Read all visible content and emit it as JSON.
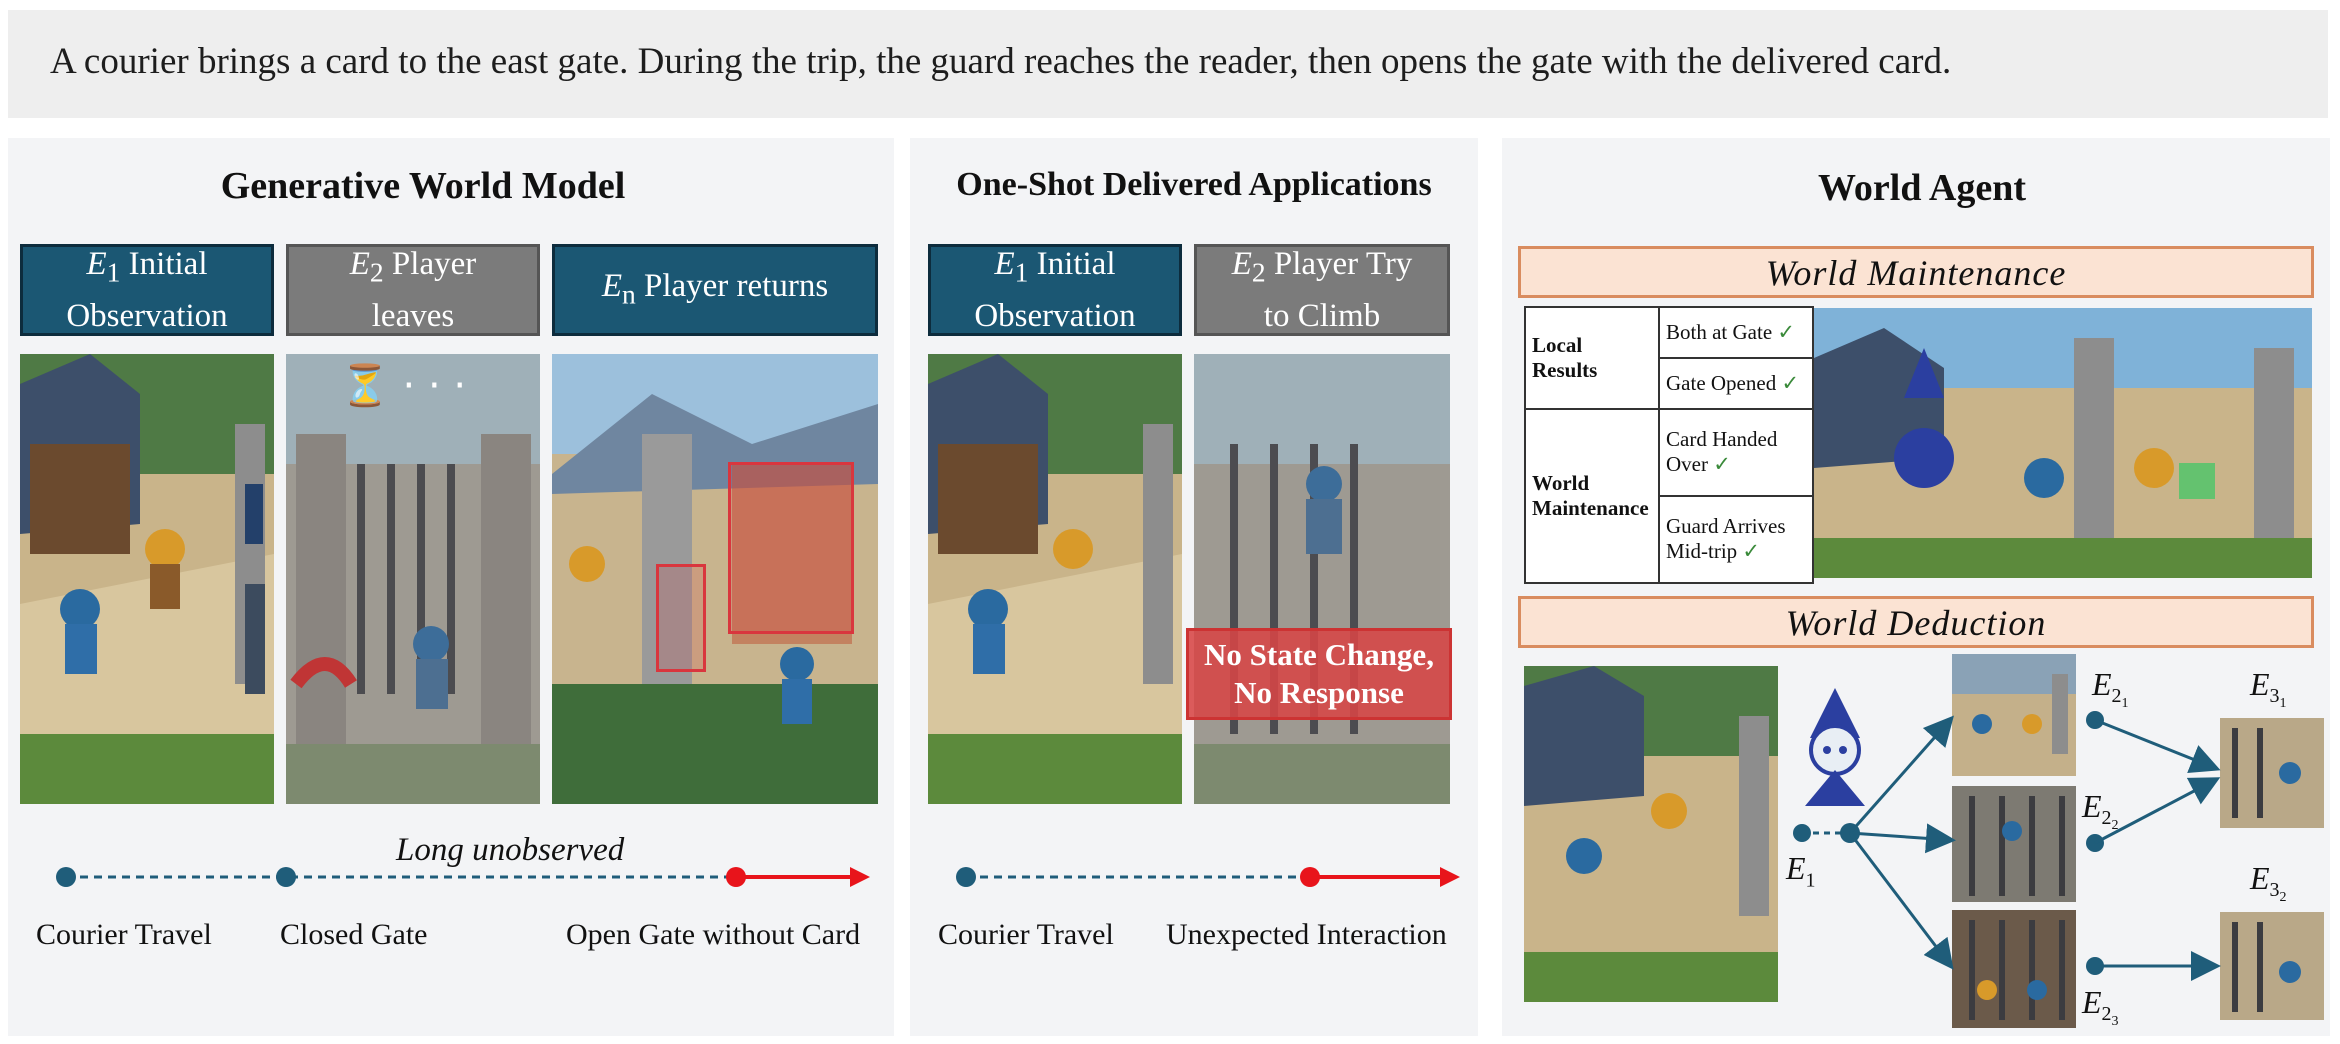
{
  "banner": {
    "caption": "A courier brings a card to the east gate. During the trip, the guard reaches the reader, then opens the gate with the delivered card."
  },
  "panels": {
    "left": {
      "title": "Generative World Model",
      "cards": [
        {
          "tag": "E",
          "sub": "1",
          "line1": "Initial",
          "line2": "Observation"
        },
        {
          "tag": "E",
          "sub": "2",
          "line1": "Player",
          "line2": "leaves"
        },
        {
          "tag": "E",
          "sub": "n",
          "line1": "Player returns",
          "line2": ""
        }
      ],
      "timeline_caption": "Long unobserved",
      "timeline_labels": [
        "Courier Travel",
        "Closed Gate",
        "Open Gate without Card"
      ],
      "hourglass": "⏳  · · ·"
    },
    "middle": {
      "title": "One-Shot Delivered Applications",
      "cards": [
        {
          "tag": "E",
          "sub": "1",
          "line1": "Initial",
          "line2": "Observation"
        },
        {
          "tag": "E",
          "sub": "2",
          "line1": "Player Try",
          "line2": "to Climb"
        }
      ],
      "no_state_line1": "No State Change,",
      "no_state_line2": "No Response",
      "timeline_labels": [
        "Courier Travel",
        "Unexpected Interaction"
      ]
    },
    "right": {
      "title": "World Agent",
      "maintenance_header": "World Maintenance",
      "deduction_header": "World Deduction",
      "table": {
        "local_results": "Local Results",
        "world_maintenance": "World Maintenance",
        "items": [
          "Both at Gate",
          "Gate Opened",
          "Card Handed Over",
          "Guard Arrives Mid-trip"
        ],
        "check": "✓"
      },
      "nodes": {
        "e1": {
          "tag": "E",
          "sub": "1"
        },
        "e21": {
          "tag": "E",
          "sub": "2",
          "subsub": "1"
        },
        "e22": {
          "tag": "E",
          "sub": "2",
          "subsub": "2"
        },
        "e23": {
          "tag": "E",
          "sub": "2",
          "subsub": "3"
        },
        "e31": {
          "tag": "E",
          "sub": "3",
          "subsub": "1"
        },
        "e32": {
          "tag": "E",
          "sub": "3",
          "subsub": "2"
        }
      }
    }
  },
  "colors": {
    "card_blue": "#1b5773",
    "card_gray": "#7b7b7b",
    "timeline_teal": "#1f5d7a",
    "timeline_red": "#e8141b",
    "highlight_red": "#d9363e",
    "orange_fill": "#fbe3d3"
  }
}
